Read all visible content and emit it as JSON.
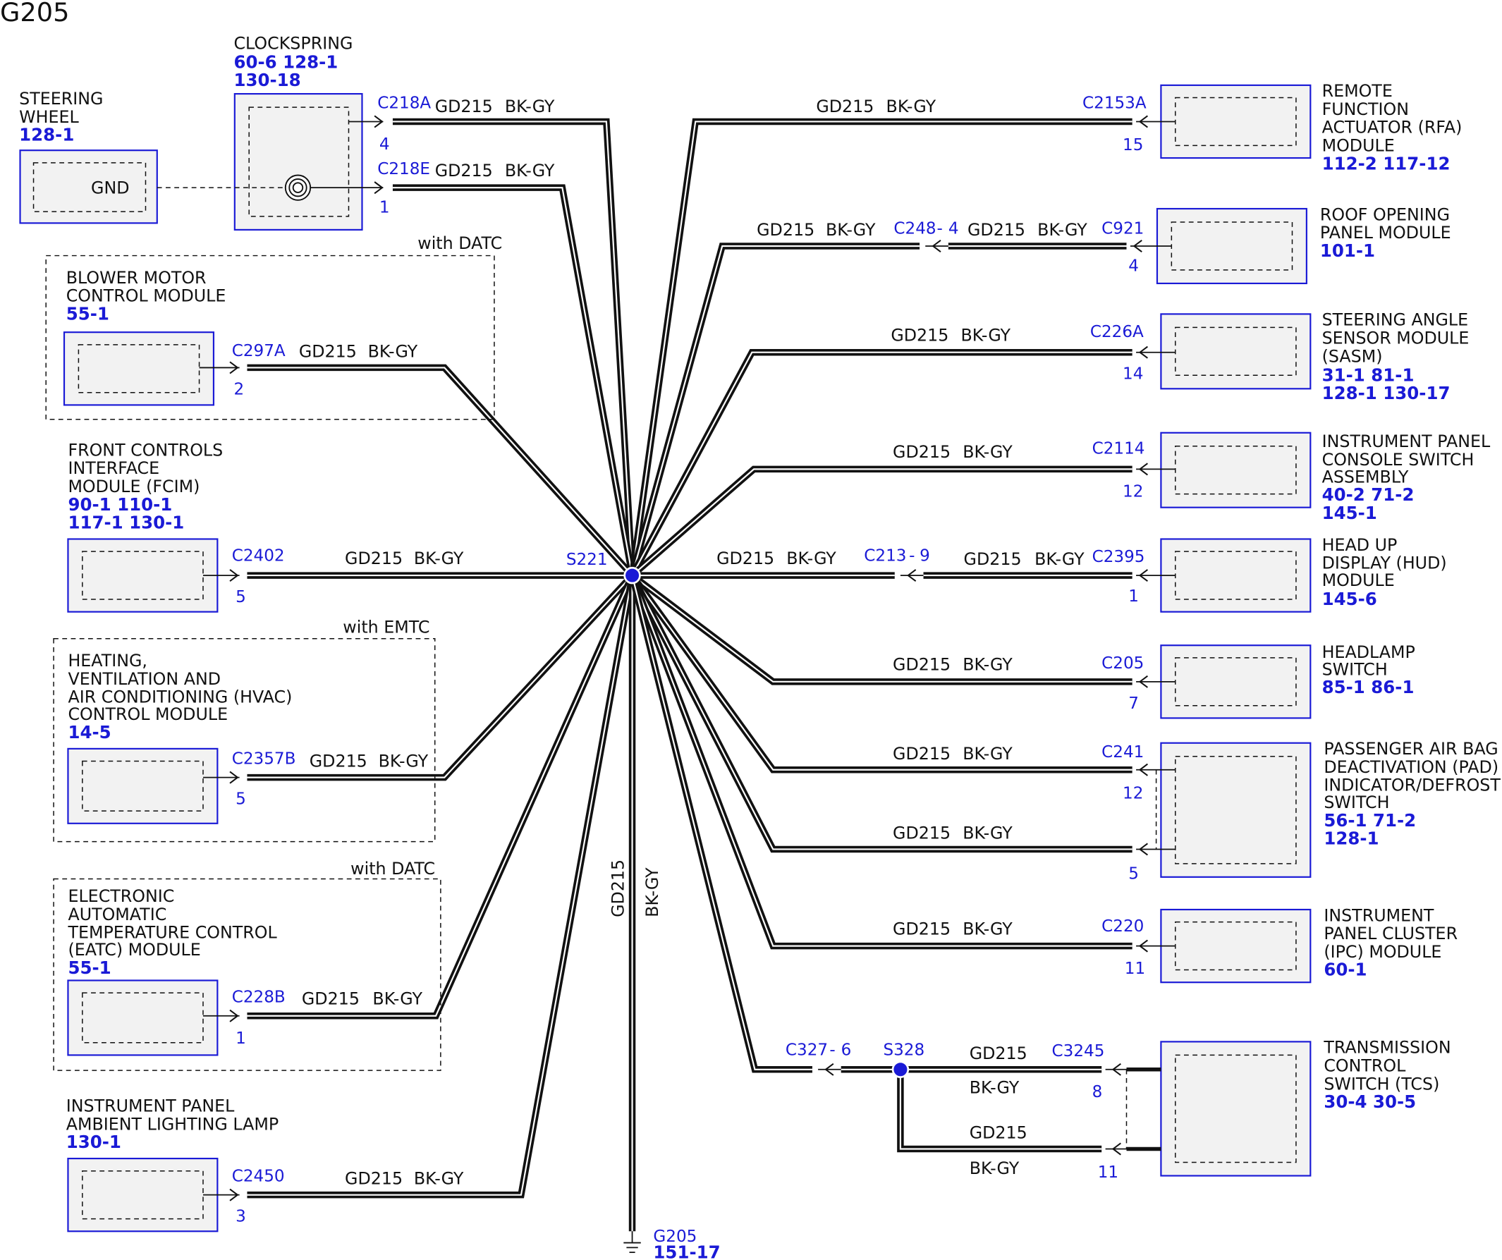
{
  "title": "G205",
  "colors": {
    "wire": "#111111",
    "connector_text": "#1a1ad6",
    "module_fill": "#f2f2f2",
    "splice": "#1a1ad6"
  },
  "wire": {
    "circuit": "GD215",
    "color": "BK-GY"
  },
  "splices": {
    "s221": "S221",
    "s328": "S328"
  },
  "ground": {
    "name": "G205",
    "ref": "151-17"
  },
  "optional_groups": {
    "datc": "with DATC",
    "emtc": "with EMTC"
  },
  "inline_connectors": {
    "c248": {
      "name": "C248",
      "pin": "4"
    },
    "c213": {
      "name": "C213",
      "pin": "9"
    },
    "c327": {
      "name": "C327",
      "pin": "6"
    }
  },
  "left_modules": {
    "steering_wheel": {
      "lines": [
        "STEERING",
        "WHEEL"
      ],
      "refs": [
        "128-1"
      ],
      "internal": "GND"
    },
    "clockspring": {
      "lines": [
        "CLOCKSPRING"
      ],
      "refs": [
        "60-6   128-1",
        "130-18"
      ],
      "connectors": [
        {
          "name": "C218A",
          "pin": "4"
        },
        {
          "name": "C218E",
          "pin": "1"
        }
      ]
    },
    "blower": {
      "lines": [
        "BLOWER MOTOR",
        "CONTROL MODULE"
      ],
      "refs": [
        "55-1"
      ],
      "connector": "C297A",
      "pin": "2"
    },
    "fcim": {
      "lines": [
        "FRONT CONTROLS",
        "INTERFACE",
        "MODULE (FCIM)"
      ],
      "refs": [
        "90-1   110-1",
        "117-1 130-1"
      ],
      "connector": "C2402",
      "pin": "5"
    },
    "hvac": {
      "lines": [
        "HEATING,",
        "VENTILATION AND",
        "AIR CONDITIONING (HVAC)",
        "CONTROL MODULE"
      ],
      "refs": [
        "14-5"
      ],
      "connector": "C2357B",
      "pin": "5"
    },
    "eatc": {
      "lines": [
        "ELECTRONIC",
        "AUTOMATIC",
        "TEMPERATURE CONTROL",
        "(EATC) MODULE"
      ],
      "refs": [
        "55-1"
      ],
      "connector": "C228B",
      "pin": "1"
    },
    "ambient": {
      "lines": [
        "INSTRUMENT PANEL",
        "AMBIENT LIGHTING LAMP"
      ],
      "refs": [
        "130-1"
      ],
      "connector": "C2450",
      "pin": "3"
    }
  },
  "right_modules": {
    "rfa": {
      "lines": [
        "REMOTE",
        "FUNCTION",
        "ACTUATOR (RFA)",
        "MODULE"
      ],
      "refs": [
        "112-2   117-12"
      ],
      "connector": "C2153A",
      "pin": "15"
    },
    "roof": {
      "lines": [
        "ROOF OPENING",
        "PANEL MODULE"
      ],
      "refs": [
        "101-1"
      ],
      "connector": "C921",
      "pin": "4"
    },
    "sasm": {
      "lines": [
        "STEERING ANGLE",
        "SENSOR MODULE",
        "(SASM)"
      ],
      "refs": [
        "31-1    81-1",
        "128-1  130-17"
      ],
      "connector": "C226A",
      "pin": "14"
    },
    "console": {
      "lines": [
        "INSTRUMENT PANEL",
        "CONSOLE SWITCH",
        "ASSEMBLY"
      ],
      "refs": [
        "40-2   71-2",
        "145-1"
      ],
      "connector": "C2114",
      "pin": "12"
    },
    "hud": {
      "lines": [
        "HEAD UP",
        "DISPLAY (HUD)",
        "MODULE"
      ],
      "refs": [
        "145-6"
      ],
      "connector": "C2395",
      "pin": "1"
    },
    "headlamp": {
      "lines": [
        "HEADLAMP",
        "SWITCH"
      ],
      "refs": [
        "85-1   86-1"
      ],
      "connector": "C205",
      "pin": "7"
    },
    "pad": {
      "lines": [
        "PASSENGER AIR BAG",
        "DEACTIVATION (PAD)",
        "INDICATOR/DEFROST",
        "SWITCH"
      ],
      "refs": [
        "56-1   71-2",
        "128-1"
      ],
      "connector": "C241",
      "pins": [
        "12",
        "5"
      ]
    },
    "ipc": {
      "lines": [
        "INSTRUMENT",
        "PANEL CLUSTER",
        "(IPC) MODULE"
      ],
      "refs": [
        "60-1"
      ],
      "connector": "C220",
      "pin": "11"
    },
    "tcs": {
      "lines": [
        "TRANSMISSION",
        "CONTROL",
        "SWITCH (TCS)"
      ],
      "refs": [
        "30-4   30-5"
      ],
      "connector": "C3245",
      "pins": [
        "8",
        "11"
      ]
    }
  }
}
